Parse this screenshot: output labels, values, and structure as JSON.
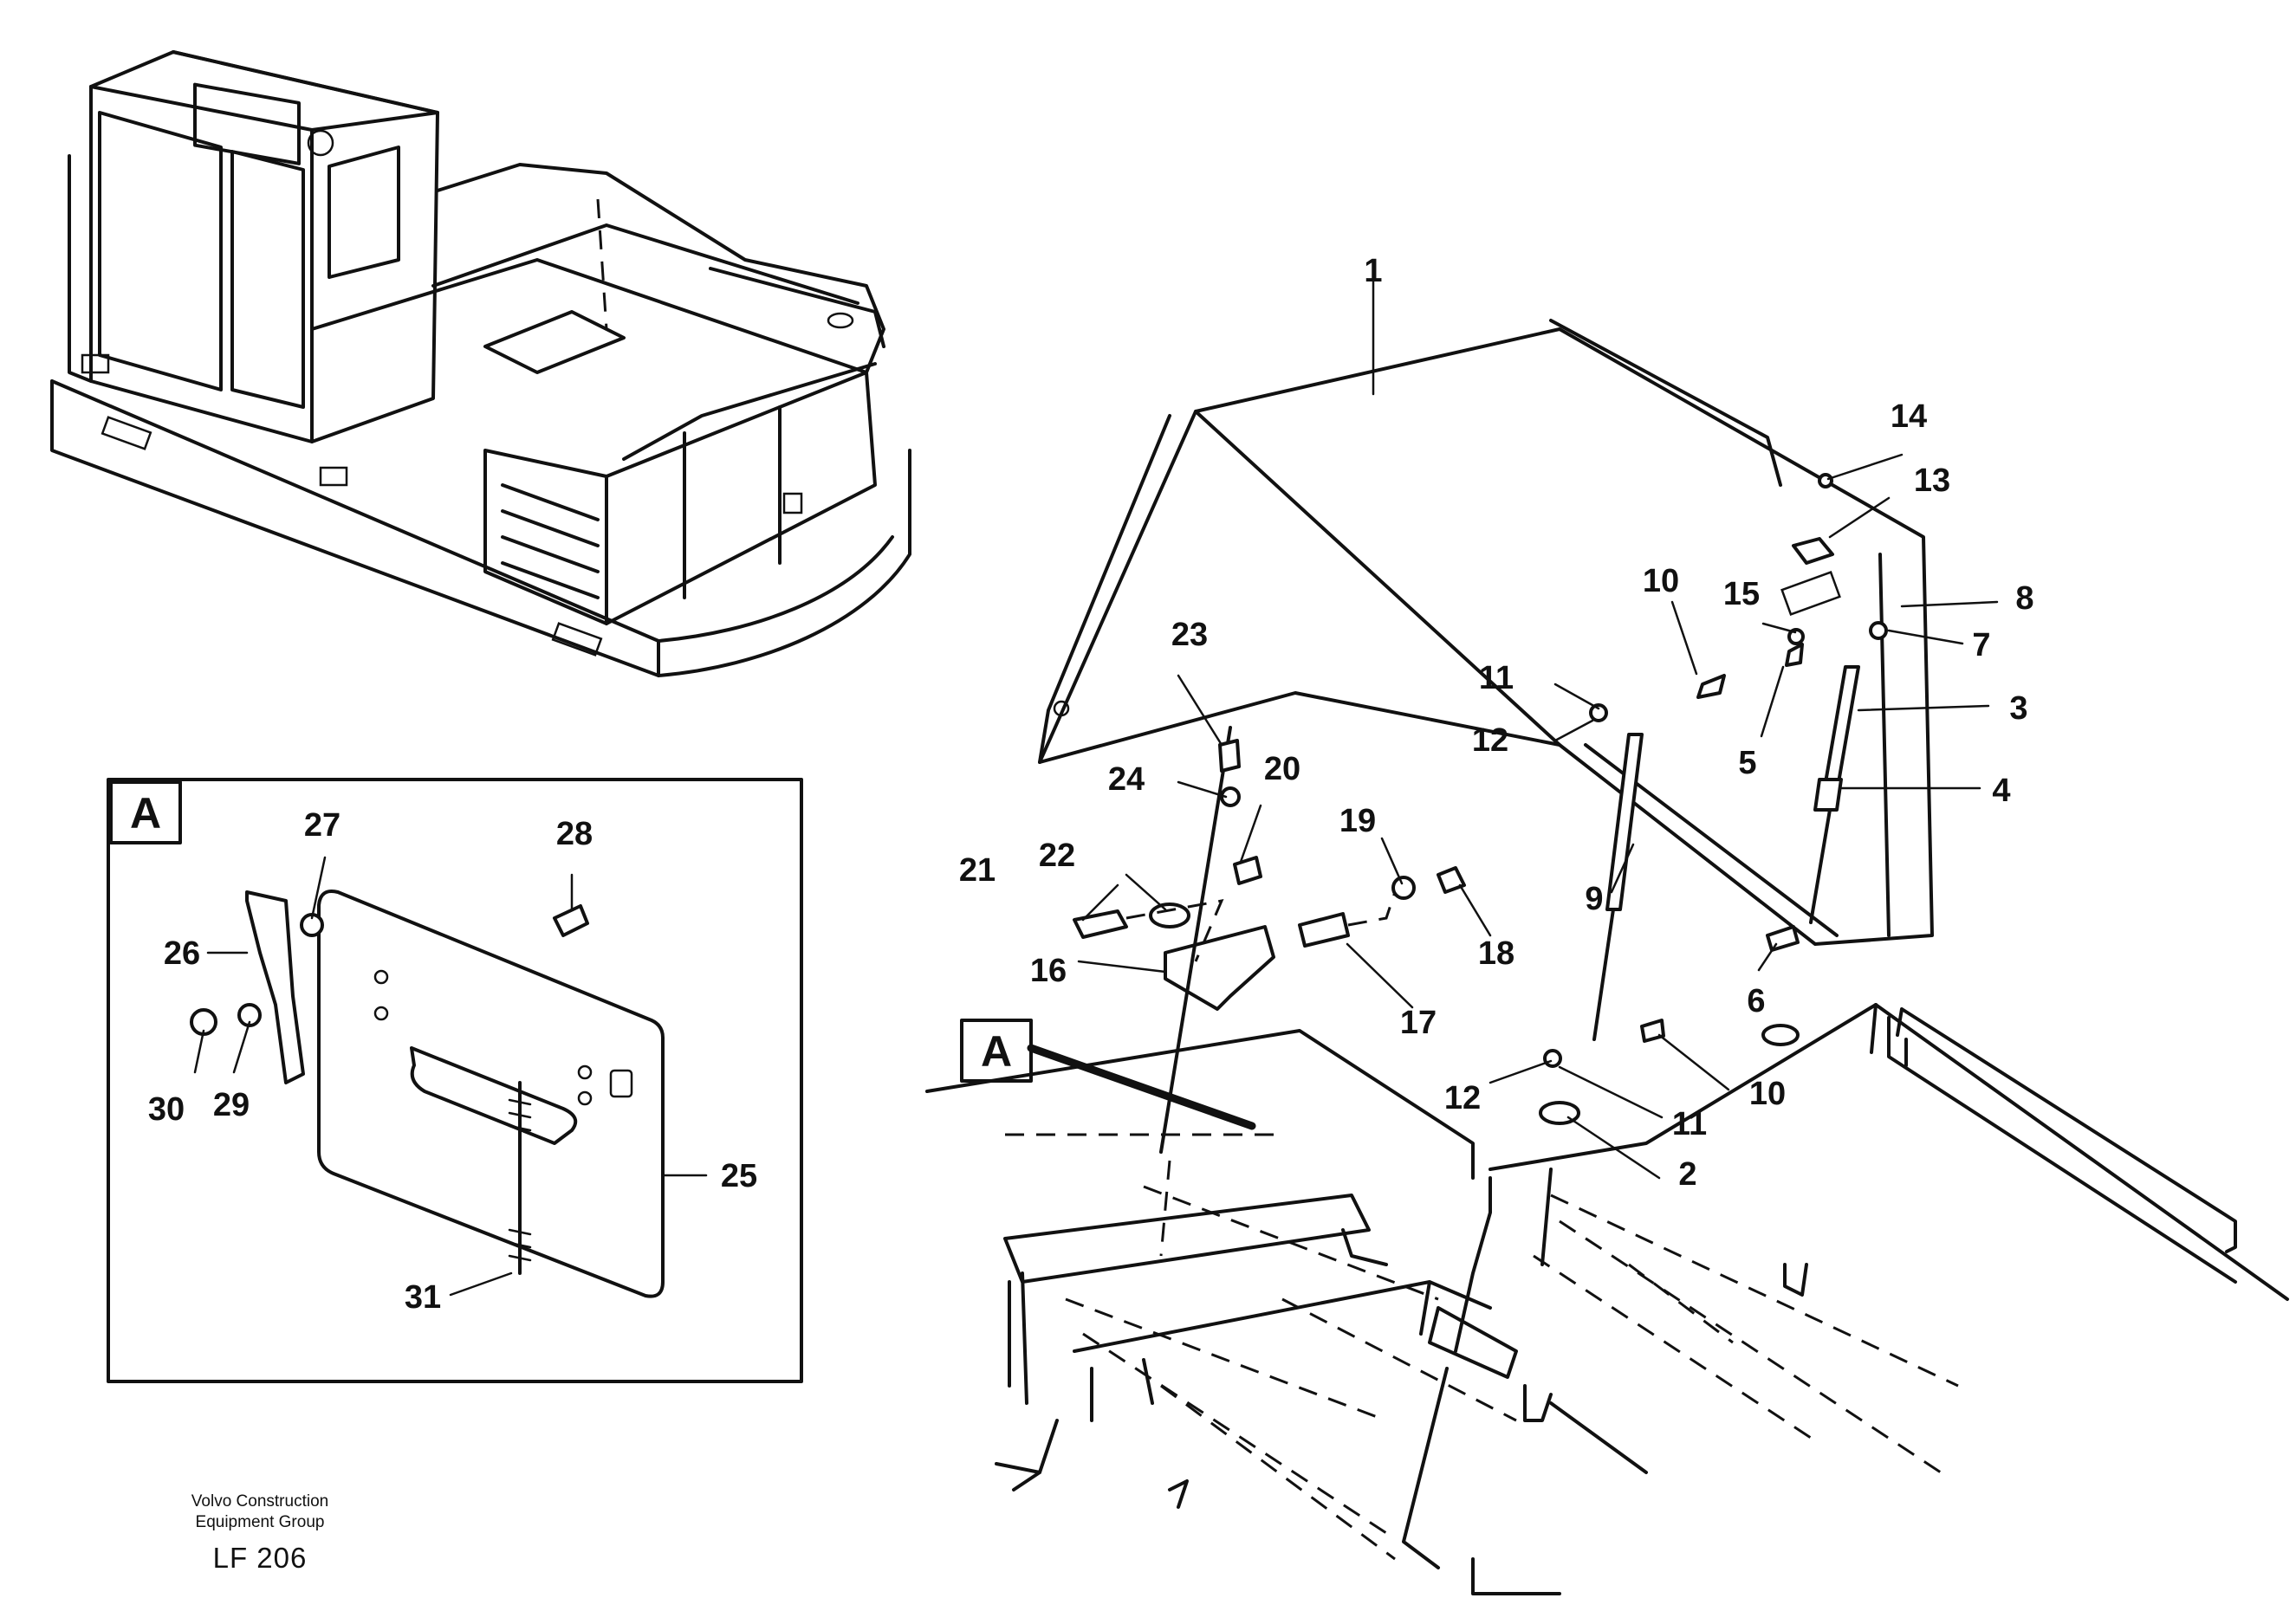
{
  "callouts": [
    "1",
    "2",
    "3",
    "4",
    "5",
    "6",
    "7",
    "8",
    "9",
    "10",
    "10",
    "11",
    "11",
    "12",
    "12",
    "13",
    "14",
    "15",
    "16",
    "17",
    "18",
    "19",
    "20",
    "21",
    "22",
    "23",
    "24",
    "25",
    "26",
    "27",
    "28",
    "29",
    "30",
    "31"
  ],
  "detail": {
    "label": "A",
    "reference_label": "A"
  },
  "footer": {
    "line1": "Volvo Construction",
    "line2": "Equipment Group",
    "code": "LF 206"
  }
}
